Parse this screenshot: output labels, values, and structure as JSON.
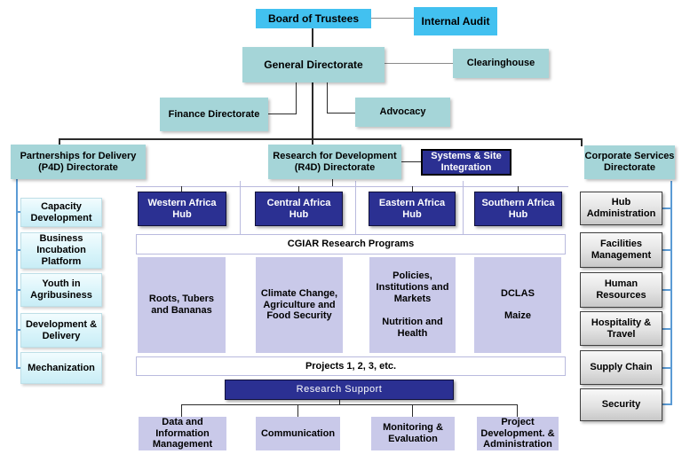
{
  "nodes": {
    "board_of_trustees": "Board of Trustees",
    "internal_audit": "Internal Audit",
    "general_directorate": "General Directorate",
    "clearinghouse": "Clearinghouse",
    "finance_directorate": "Finance Directorate",
    "advocacy": "Advocacy",
    "p4d_directorate": "Partnerships for Delivery\n(P4D) Directorate",
    "r4d_directorate": "Research for Development\n(R4D) Directorate",
    "systems_site_integration": "Systems & Site\nIntegration",
    "corporate_services_directorate": "Corporate Services\nDirectorate",
    "capacity_development": "Capacity\nDevelopment",
    "business_incubation_platform": "Business\nIncubation\nPlatform",
    "youth_in_agribusiness": "Youth in\nAgribusiness",
    "development_delivery": "Development &\nDelivery",
    "mechanization": "Mechanization",
    "western_africa_hub": "Western Africa\nHub",
    "central_africa_hub": "Central Africa\nHub",
    "eastern_africa_hub": "Eastern Africa\nHub",
    "southern_africa_hub": "Southern Africa\nHub",
    "cgiar_research_programs": "CGIAR Research Programs",
    "roots_tubers_bananas": "Roots, Tubers\nand Bananas",
    "climate_change_agriculture": "Climate Change,\nAgriculture and\nFood Security",
    "policies_markets_nutrition": "Policies,\nInstitutions and\nMarkets\n\nNutrition and\nHealth",
    "dclas_maize": "DCLAS\n\nMaize",
    "projects_bar": "Projects 1, 2, 3, etc.",
    "research_support": "Research Support",
    "data_information_management": "Data and\nInformation\nManagement",
    "communication": "Communication",
    "monitoring_evaluation": "Monitoring &\nEvaluation",
    "project_development_administration": "Project\nDevelopment. &\nAdministration",
    "hub_administration": "Hub\nAdministration",
    "facilities_management": "Facilities\nManagement",
    "human_resources": "Human\nResources",
    "hospitality_travel": "Hospitality &\nTravel",
    "supply_chain": "Supply Chain",
    "security": "Security"
  },
  "colors": {
    "bright_blue": "#42c1f0",
    "teal": "#a5d5d8",
    "navy": "#2b3092",
    "lavender": "#c9c9e9",
    "lavender_line": "#b9bade",
    "bracket_blue": "#5b9bd5",
    "connector_dark": "#2b2b2b",
    "connector_gray": "#8a8a8a"
  }
}
